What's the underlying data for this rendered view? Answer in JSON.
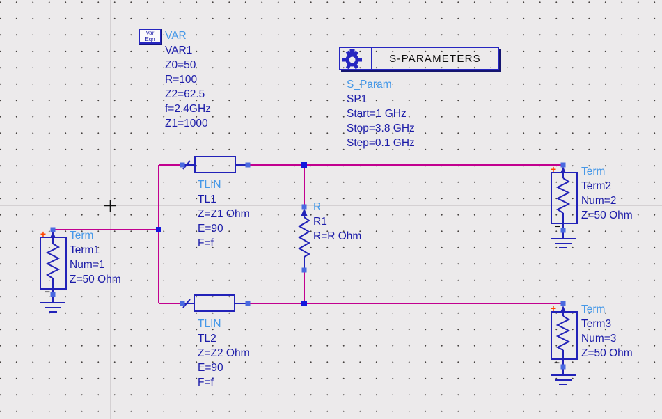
{
  "app": {
    "view": "ads-schematic-canvas"
  },
  "colors": {
    "background": "#eceaeb",
    "wire": "#c2008f",
    "component": "#2222b8",
    "pin_square": "#4a6ae0",
    "junction_square": "#1418dc",
    "type_label": "#4598e8",
    "param_text": "#1b1ba8",
    "plus_mark": "#ff4400",
    "axis_line": "#d4d0d2"
  },
  "symbols": {
    "plus": "+",
    "minus": "−"
  },
  "var_block": {
    "icon_line1": "Var",
    "icon_line2": "Eqn",
    "type": "VAR",
    "lines": [
      "VAR1",
      "Z0=50",
      "R=100",
      "Z2=62.5",
      "f=2.4GHz",
      "Z1=1000"
    ]
  },
  "sparam_block": {
    "title": "S-PARAMETERS",
    "type": "S_Param",
    "lines": [
      "SP1",
      "Start=1 GHz",
      "Stop=3.8 GHz",
      "Step=0.1 GHz"
    ]
  },
  "components": {
    "tl1": {
      "type": "TLIN",
      "lines": [
        "TL1",
        "Z=Z1 Ohm",
        "E=90",
        "F=f"
      ]
    },
    "tl2": {
      "type": "TLIN",
      "lines": [
        "TL2",
        "Z=Z2 Ohm",
        "E=90",
        "F=f"
      ]
    },
    "r1": {
      "type": "R",
      "lines": [
        "R1",
        "R=R Ohm"
      ]
    },
    "term1": {
      "type": "Term",
      "lines": [
        "Term1",
        "Num=1",
        "Z=50 Ohm"
      ]
    },
    "term2": {
      "type": "Term",
      "lines": [
        "Term2",
        "Num=2",
        "Z=50 Ohm"
      ]
    },
    "term3": {
      "type": "Term",
      "lines": [
        "Term3",
        "Num=3",
        "Z=50 Ohm"
      ]
    }
  }
}
